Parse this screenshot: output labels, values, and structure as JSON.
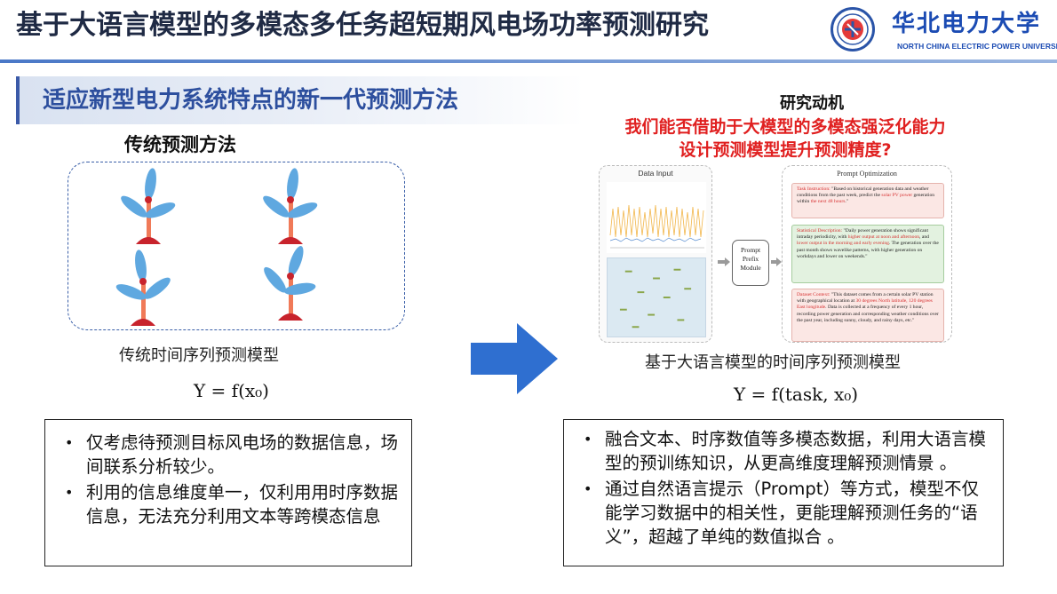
{
  "header": {
    "title": "基于大语言模型的多模态多任务超短期风电场功率预测研究",
    "university_cn": "华北电力大学",
    "university_en": "NORTH CHINA ELECTRIC POWER UNIVERSITY"
  },
  "section": {
    "title": "适应新型电力系统特点的新一代预测方法"
  },
  "traditional": {
    "title": "传统预测方法",
    "caption": "传统时间序列预测模型",
    "formula": "Y = f(x₀)",
    "bullets": [
      "仅考虑待预测目标风电场的数据信息，场间联系分析较少。",
      "利用的信息维度单一，仅利用用时序数据信息，无法充分利用文本等跨模态信息"
    ]
  },
  "motivation": {
    "title": "研究动机",
    "line1": "我们能否借助于大模型的多模态强泛化能力",
    "line2": "设计预测模型提升预测精度?"
  },
  "llm": {
    "caption": "基于大语言模型的时间序列预测模型",
    "formula": "Y = f(task, x₀)",
    "bullets": [
      "融合文本、时序数值等多模态数据，利用大语言模型的预训练知识，从更高维度理解预测情景 。",
      "通过自然语言提示（Prompt）等方式，模型不仅能学习数据中的相关性，更能理解预测任务的“语义”，超越了单纯的数值拟合 。"
    ]
  },
  "figure": {
    "data_input_label": "Data Input",
    "prefix_module_label": "Prompt Prefix Module",
    "prompt_optimization_label": "Prompt Optimization",
    "card1": {
      "label": "Task Instruction: ",
      "text_a": "\"Based on historical generation data and weather conditions from the past week, predict the ",
      "hl": "solar PV power",
      "text_b": " generation within ",
      "hl2": "the next 48 hours",
      "text_c": ".\""
    },
    "card2": {
      "label": "Statistical Description: ",
      "text_a": "\"Daily power generation shows significant intraday periodicity, with ",
      "hl": "higher output at noon and afternoon",
      "text_b": ", and ",
      "hl2": "lower output in the morning and early evening",
      "text_c": ". The generation over the past month shows wavelike patterns, with higher generation on workdays and lower on weekends.\""
    },
    "card3": {
      "label": "Dataset Context: ",
      "text_a": "\"This dataset comes from a certain solar PV station with geographical location at ",
      "hl": "30 degrees North latitude, 120 degrees East longitude",
      "text_b": ". Data is collected at a frequency of every 1 hour, recording power generation and corresponding weather conditions over the past year, including sunny, cloudy, and rainy days, etc.\""
    }
  },
  "colors": {
    "title": "#1f2a44",
    "section_text": "#2d4f9e",
    "accent_red": "#e02020",
    "arrow": "#2f6fd0",
    "blade": "#5fa8e0",
    "tower": "#f07a58",
    "base": "#c8232c"
  }
}
